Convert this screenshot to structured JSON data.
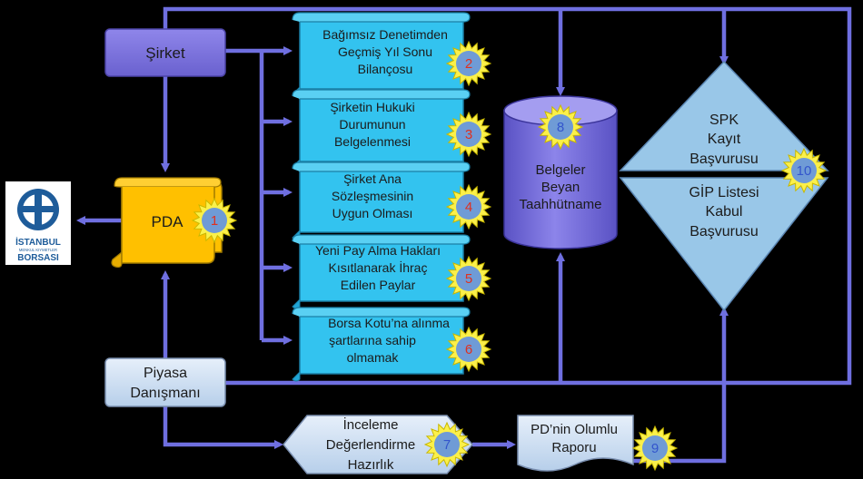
{
  "nodes": {
    "sirket": "Şirket",
    "pda": "PDA",
    "piyasa": [
      "Piyasa",
      "Danışmanı"
    ],
    "borsa_logo": [
      "İSTANBUL",
      "MENKUL KIYMETLER",
      "BORSASI"
    ],
    "doc2": [
      "Bağımsız Denetimden",
      "Geçmiş Yıl Sonu",
      "Bilançosu"
    ],
    "doc3": [
      "Şirketin Hukuki",
      "Durumunun",
      "Belgelenmesi"
    ],
    "doc4": [
      "Şirket Ana",
      "Sözleşmesinin",
      "Uygun Olması"
    ],
    "doc5": [
      "Yeni Pay Alma Hakları",
      "Kısıtlanarak İhraç",
      "Edilen Paylar"
    ],
    "doc6": [
      "Borsa Kotu’na alınma",
      "şartlarına sahip",
      "olmamak"
    ],
    "cylinder": [
      "Belgeler",
      "Beyan",
      "Taahhütname"
    ],
    "spk": [
      "SPK",
      "Kayıt",
      "Başvurusu"
    ],
    "gip": [
      "GİP Listesi",
      "Kabul",
      "Başvurusu"
    ],
    "inceleme": [
      "İnceleme",
      "Değerlendirme",
      "Hazırlık"
    ],
    "rapor": [
      "PD’nin Olumlu",
      "Raporu"
    ]
  },
  "badges": {
    "b1": "1",
    "b2": "2",
    "b3": "3",
    "b4": "4",
    "b5": "5",
    "b6": "6",
    "b7": "7",
    "b8": "8",
    "b9": "9",
    "b10": "10"
  },
  "colors": {
    "background": "#000000",
    "connector": "#6f6fe0",
    "sirket_box": "#7b72dc",
    "pda_scroll": "#ffc000",
    "doc_scroll": "#33c3ef",
    "cylinder": "#7b72dc",
    "diamond": "#99c7e8",
    "piyasa_box": "#c5daf0",
    "badge_fill": "#fbf04a",
    "badge_number": "#e0301e",
    "badge_number_alt": "#3355cc",
    "logo_blue": "#1e5c9a"
  }
}
